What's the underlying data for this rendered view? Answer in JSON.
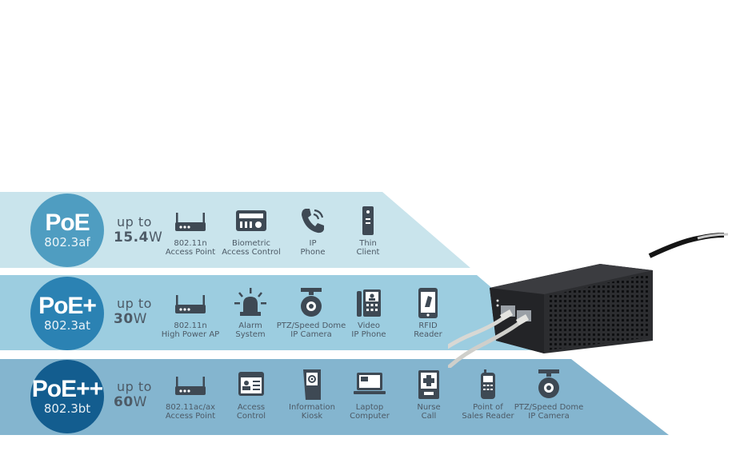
{
  "bands": [
    {
      "title": "PoE",
      "standard": "802.3af",
      "up_to": "up to",
      "watts_num": "15.4",
      "watts_unit": "W",
      "colors": {
        "band": "#c9e4ec",
        "circle": "#4f9dc1"
      },
      "items": [
        {
          "icon": "router-icon",
          "line1": "802.11n",
          "line2": "Access Point"
        },
        {
          "icon": "biometric-reader-icon",
          "line1": "Biometric",
          "line2": "Access Control"
        },
        {
          "icon": "phone-icon",
          "line1": "IP",
          "line2": "Phone"
        },
        {
          "icon": "thin-client-icon",
          "line1": "Thin",
          "line2": "Client"
        }
      ]
    },
    {
      "title": "PoE+",
      "standard": "802.3at",
      "up_to": "up to",
      "watts_num": "30",
      "watts_unit": "W",
      "colors": {
        "band": "#9ccde0",
        "circle": "#2b82b3"
      },
      "items": [
        {
          "icon": "router-icon",
          "line1": "802.11n",
          "line2": "High Power AP"
        },
        {
          "icon": "alarm-siren-icon",
          "line1": "Alarm",
          "line2": "System"
        },
        {
          "icon": "ptz-camera-icon",
          "line1": "PTZ/Speed Dome",
          "line2": "IP Camera"
        },
        {
          "icon": "video-phone-icon",
          "line1": "Video",
          "line2": "IP Phone"
        },
        {
          "icon": "rfid-reader-icon",
          "line1": "RFID",
          "line2": "Reader"
        }
      ]
    },
    {
      "title": "PoE++",
      "standard": "802.3bt",
      "up_to": "up to",
      "watts_num": "60",
      "watts_unit": "W",
      "colors": {
        "band": "#84b5cf",
        "circle": "#135d8f"
      },
      "items": [
        {
          "icon": "router-icon",
          "line1": "802.11ac/ax",
          "line2": "Access Point"
        },
        {
          "icon": "access-control-icon",
          "line1": "Access",
          "line2": "Control"
        },
        {
          "icon": "information-kiosk-icon",
          "line1": "Information",
          "line2": "Kiosk"
        },
        {
          "icon": "laptop-icon",
          "line1": "Laptop",
          "line2": "Computer"
        },
        {
          "icon": "nurse-call-icon",
          "line1": "Nurse",
          "line2": "Call"
        },
        {
          "icon": "pos-reader-icon",
          "line1": "Point of",
          "line2": "Sales Reader"
        },
        {
          "icon": "ptz-camera-icon",
          "line1": "PTZ/Speed Dome",
          "line2": "IP Camera"
        }
      ]
    }
  ],
  "colors": {
    "icon": "#3e4954",
    "text": "#4d5a66"
  }
}
